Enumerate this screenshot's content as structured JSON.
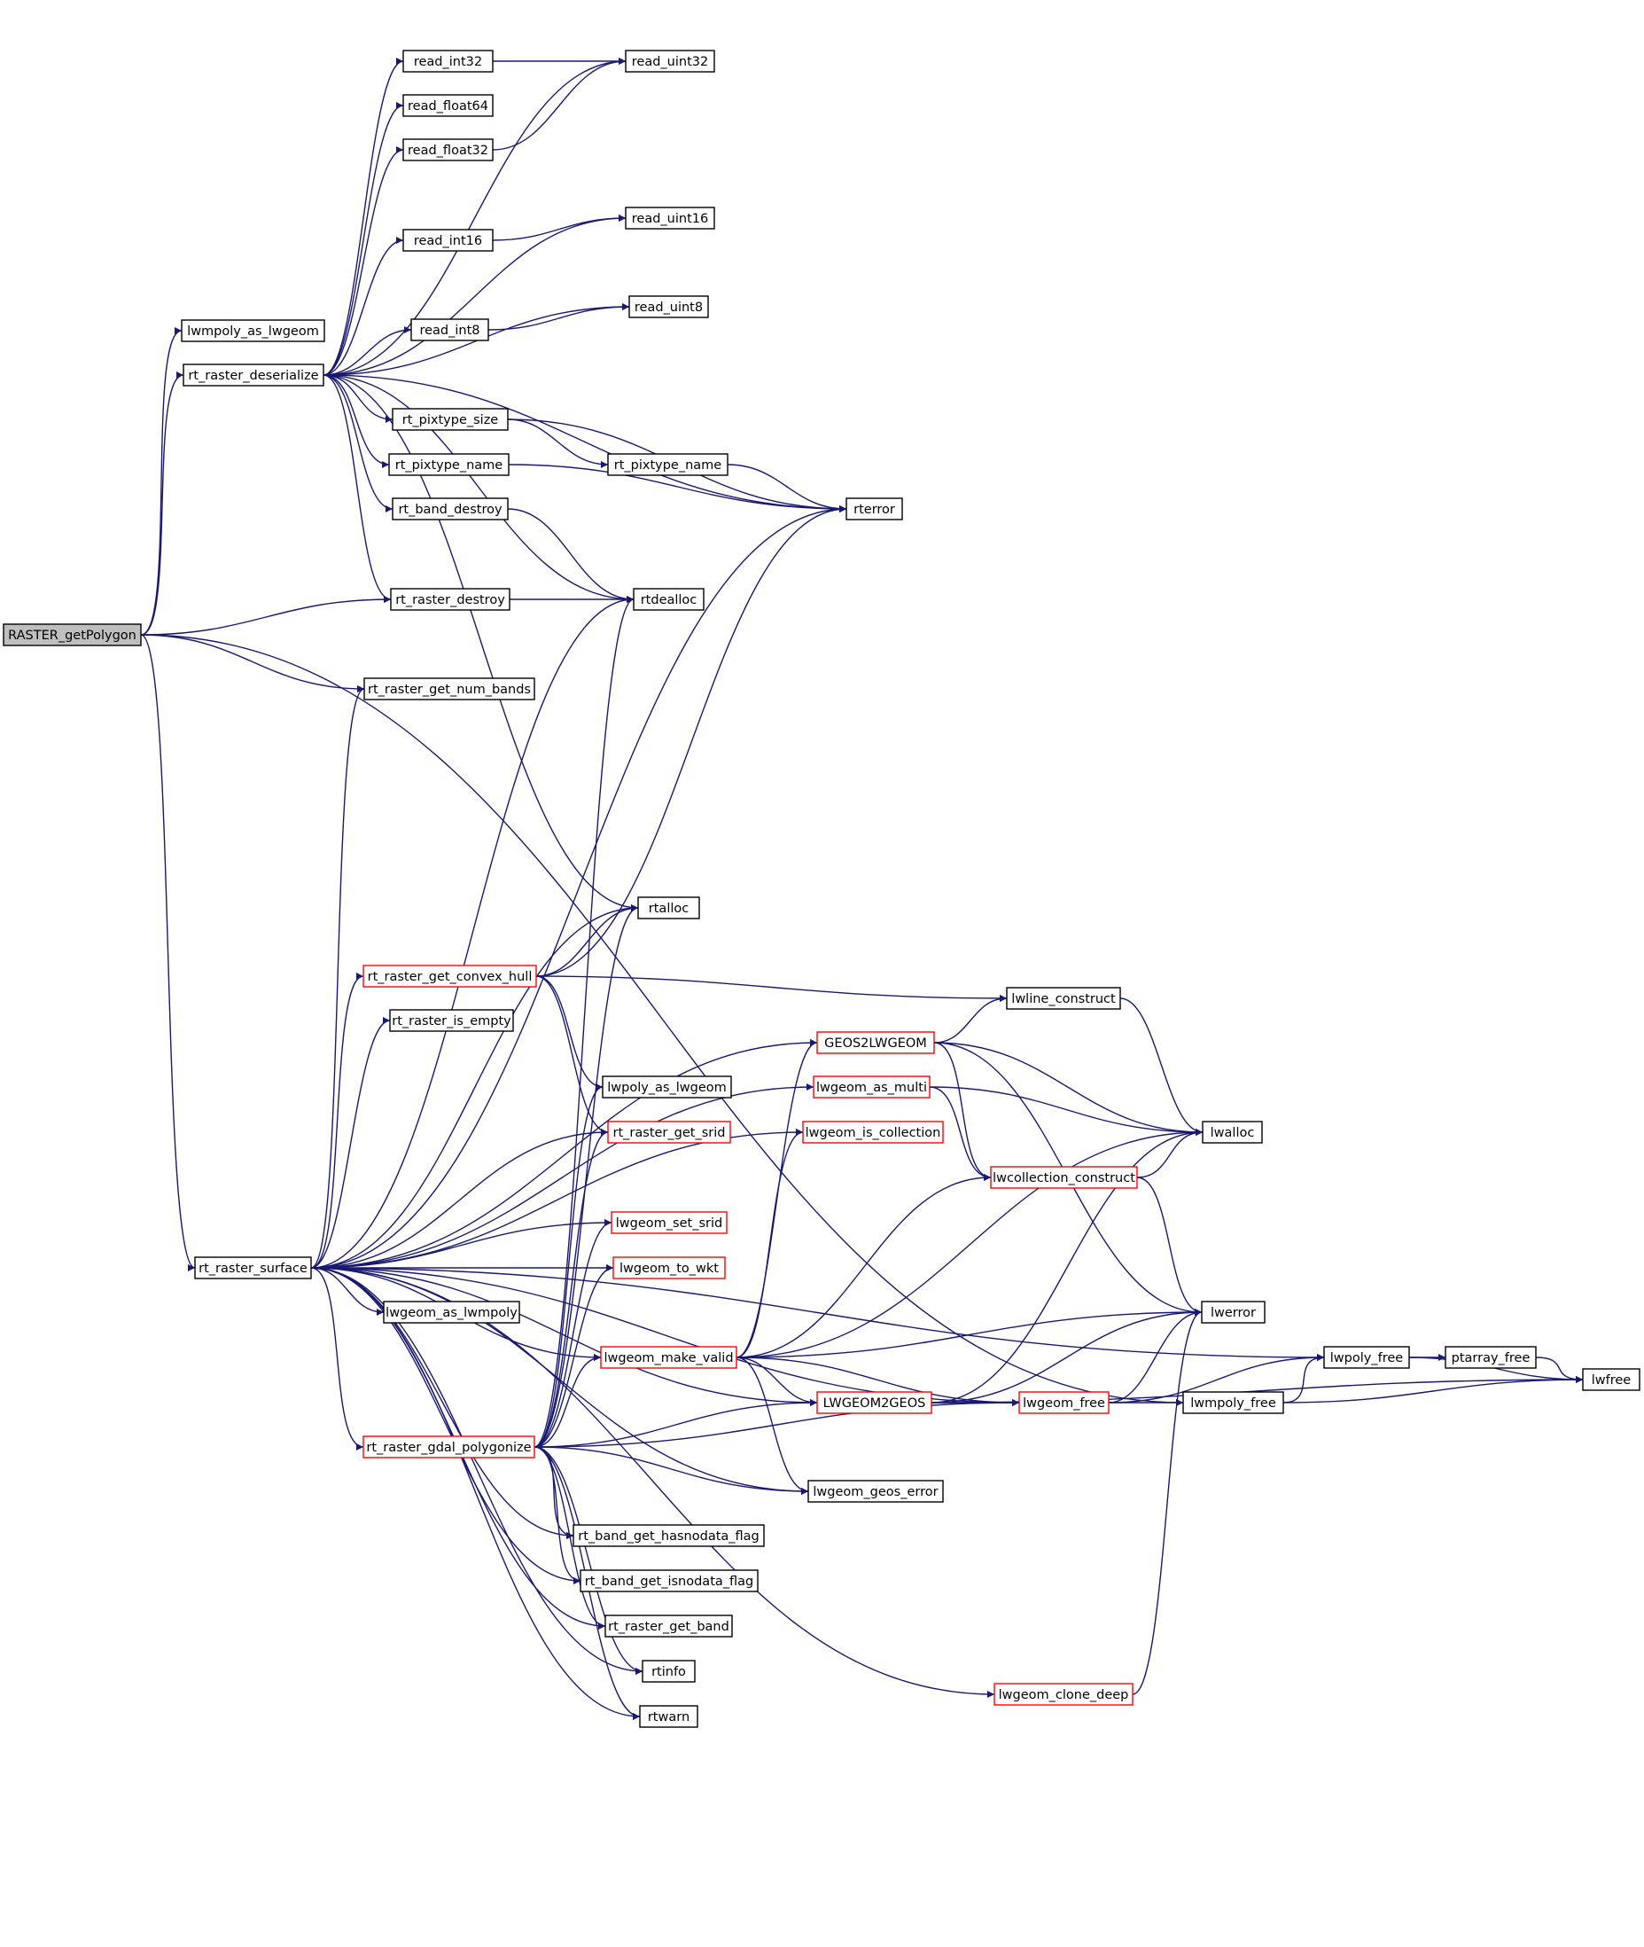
{
  "graph": {
    "root": "RASTER_getPolygon",
    "edge_color": "#191970",
    "root_fill": "#bfbfbf",
    "truncated_border": "#ff0000",
    "nodes": [
      {
        "id": "RASTER_getPolygon",
        "label": "RASTER_getPolygon"
      },
      {
        "id": "lwmpoly_as_lwgeom",
        "label": "lwmpoly_as_lwgeom"
      },
      {
        "id": "rt_raster_deserialize",
        "label": "rt_raster_deserialize"
      },
      {
        "id": "rt_raster_surface",
        "label": "rt_raster_surface"
      },
      {
        "id": "rt_raster_destroy",
        "label": "rt_raster_destroy"
      },
      {
        "id": "rt_raster_get_num_bands",
        "label": "rt_raster_get_num_bands"
      },
      {
        "id": "read_int32",
        "label": "read_int32"
      },
      {
        "id": "read_float64",
        "label": "read_float64"
      },
      {
        "id": "read_float32",
        "label": "read_float32"
      },
      {
        "id": "read_int16",
        "label": "read_int16"
      },
      {
        "id": "read_int8",
        "label": "read_int8"
      },
      {
        "id": "read_uint32",
        "label": "read_uint32"
      },
      {
        "id": "read_uint16",
        "label": "read_uint16"
      },
      {
        "id": "read_uint8",
        "label": "read_uint8"
      },
      {
        "id": "rt_pixtype_size",
        "label": "rt_pixtype_size"
      },
      {
        "id": "rt_pixtype_name_1",
        "label": "rt_pixtype_name"
      },
      {
        "id": "rt_pixtype_name_2",
        "label": "rt_pixtype_name"
      },
      {
        "id": "rt_band_destroy",
        "label": "rt_band_destroy"
      },
      {
        "id": "rterror",
        "label": "rterror"
      },
      {
        "id": "rtdealloc",
        "label": "rtdealloc"
      },
      {
        "id": "rtalloc",
        "label": "rtalloc"
      },
      {
        "id": "rt_raster_get_convex_hull",
        "label": "rt_raster_get_convex_hull",
        "truncated": true
      },
      {
        "id": "rt_raster_is_empty",
        "label": "rt_raster_is_empty"
      },
      {
        "id": "lwpoly_as_lwgeom",
        "label": "lwpoly_as_lwgeom"
      },
      {
        "id": "rt_raster_get_srid",
        "label": "rt_raster_get_srid",
        "truncated": true
      },
      {
        "id": "lwgeom_set_srid",
        "label": "lwgeom_set_srid",
        "truncated": true
      },
      {
        "id": "lwgeom_to_wkt",
        "label": "lwgeom_to_wkt",
        "truncated": true
      },
      {
        "id": "lwgeom_as_lwmpoly",
        "label": "lwgeom_as_lwmpoly"
      },
      {
        "id": "lwgeom_make_valid",
        "label": "lwgeom_make_valid",
        "truncated": true
      },
      {
        "id": "rt_raster_gdal_polygonize",
        "label": "rt_raster_gdal_polygonize",
        "truncated": true
      },
      {
        "id": "rt_band_get_hasnodata_flag",
        "label": "rt_band_get_hasnodata_flag"
      },
      {
        "id": "rt_band_get_isnodata_flag",
        "label": "rt_band_get_isnodata_flag"
      },
      {
        "id": "rt_raster_get_band",
        "label": "rt_raster_get_band"
      },
      {
        "id": "rtinfo",
        "label": "rtinfo"
      },
      {
        "id": "rtwarn",
        "label": "rtwarn"
      },
      {
        "id": "GEOS2LWGEOM",
        "label": "GEOS2LWGEOM",
        "truncated": true
      },
      {
        "id": "lwgeom_as_multi",
        "label": "lwgeom_as_multi",
        "truncated": true
      },
      {
        "id": "lwgeom_is_collection",
        "label": "lwgeom_is_collection",
        "truncated": true
      },
      {
        "id": "LWGEOM2GEOS",
        "label": "LWGEOM2GEOS",
        "truncated": true
      },
      {
        "id": "lwgeom_geos_error",
        "label": "lwgeom_geos_error"
      },
      {
        "id": "lwline_construct",
        "label": "lwline_construct"
      },
      {
        "id": "lwcollection_construct",
        "label": "lwcollection_construct",
        "truncated": true
      },
      {
        "id": "lwgeom_free",
        "label": "lwgeom_free",
        "truncated": true
      },
      {
        "id": "lwgeom_clone_deep",
        "label": "lwgeom_clone_deep",
        "truncated": true
      },
      {
        "id": "lwalloc",
        "label": "lwalloc"
      },
      {
        "id": "lwerror",
        "label": "lwerror"
      },
      {
        "id": "lwmpoly_free",
        "label": "lwmpoly_free"
      },
      {
        "id": "lwpoly_free",
        "label": "lwpoly_free"
      },
      {
        "id": "ptarray_free",
        "label": "ptarray_free"
      },
      {
        "id": "lwfree",
        "label": "lwfree"
      }
    ],
    "edges": [
      [
        "RASTER_getPolygon",
        "lwmpoly_as_lwgeom"
      ],
      [
        "RASTER_getPolygon",
        "rt_raster_deserialize"
      ],
      [
        "RASTER_getPolygon",
        "rt_raster_destroy"
      ],
      [
        "RASTER_getPolygon",
        "rt_raster_get_num_bands"
      ],
      [
        "RASTER_getPolygon",
        "rt_raster_surface"
      ],
      [
        "RASTER_getPolygon",
        "lwmpoly_free"
      ],
      [
        "rt_raster_deserialize",
        "read_int32"
      ],
      [
        "rt_raster_deserialize",
        "read_uint32"
      ],
      [
        "rt_raster_deserialize",
        "read_float64"
      ],
      [
        "rt_raster_deserialize",
        "read_float32"
      ],
      [
        "rt_raster_deserialize",
        "read_uint16"
      ],
      [
        "rt_raster_deserialize",
        "read_int16"
      ],
      [
        "rt_raster_deserialize",
        "read_uint8"
      ],
      [
        "rt_raster_deserialize",
        "read_int8"
      ],
      [
        "rt_raster_deserialize",
        "rterror"
      ],
      [
        "rt_raster_deserialize",
        "rt_pixtype_size"
      ],
      [
        "rt_raster_deserialize",
        "rt_pixtype_name_1"
      ],
      [
        "rt_raster_deserialize",
        "rt_band_destroy"
      ],
      [
        "rt_raster_deserialize",
        "rtdealloc"
      ],
      [
        "rt_raster_deserialize",
        "rt_raster_destroy"
      ],
      [
        "rt_raster_deserialize",
        "rtalloc"
      ],
      [
        "read_int32",
        "read_uint32"
      ],
      [
        "read_float32",
        "read_uint32"
      ],
      [
        "read_int16",
        "read_uint16"
      ],
      [
        "read_int8",
        "read_uint8"
      ],
      [
        "rt_pixtype_size",
        "rt_pixtype_name_2"
      ],
      [
        "rt_pixtype_size",
        "rterror"
      ],
      [
        "rt_pixtype_name_1",
        "rterror"
      ],
      [
        "rt_pixtype_name_2",
        "rterror"
      ],
      [
        "rt_band_destroy",
        "rtdealloc"
      ],
      [
        "rt_raster_destroy",
        "rtdealloc"
      ],
      [
        "rt_raster_surface",
        "rt_raster_get_num_bands"
      ],
      [
        "rt_raster_surface",
        "rtdealloc"
      ],
      [
        "rt_raster_surface",
        "rterror"
      ],
      [
        "rt_raster_surface",
        "lwpoly_free"
      ],
      [
        "rt_raster_surface",
        "GEOS2LWGEOM"
      ],
      [
        "rt_raster_surface",
        "rtalloc"
      ],
      [
        "rt_raster_surface",
        "rt_raster_get_convex_hull"
      ],
      [
        "rt_raster_surface",
        "rt_raster_is_empty"
      ],
      [
        "rt_raster_surface",
        "lwgeom_as_multi"
      ],
      [
        "rt_raster_surface",
        "rt_raster_get_srid"
      ],
      [
        "rt_raster_surface",
        "lwgeom_is_collection"
      ],
      [
        "rt_raster_surface",
        "lwgeom_set_srid"
      ],
      [
        "rt_raster_surface",
        "lwgeom_to_wkt"
      ],
      [
        "rt_raster_surface",
        "lwgeom_as_lwmpoly"
      ],
      [
        "rt_raster_surface",
        "lwgeom_make_valid"
      ],
      [
        "rt_raster_surface",
        "rt_raster_gdal_polygonize"
      ],
      [
        "rt_raster_surface",
        "rt_band_get_hasnodata_flag"
      ],
      [
        "rt_raster_surface",
        "rt_band_get_isnodata_flag"
      ],
      [
        "rt_raster_surface",
        "rt_raster_get_band"
      ],
      [
        "rt_raster_surface",
        "rtinfo"
      ],
      [
        "rt_raster_surface",
        "rtwarn"
      ],
      [
        "rt_raster_surface",
        "LWGEOM2GEOS"
      ],
      [
        "rt_raster_surface",
        "lwgeom_geos_error"
      ],
      [
        "rt_raster_surface",
        "lwgeom_free"
      ],
      [
        "rt_raster_surface",
        "lwgeom_clone_deep"
      ],
      [
        "rt_raster_get_convex_hull",
        "rtalloc"
      ],
      [
        "rt_raster_get_convex_hull",
        "rterror"
      ],
      [
        "rt_raster_get_convex_hull",
        "lwline_construct"
      ],
      [
        "rt_raster_get_convex_hull",
        "lwpoly_as_lwgeom"
      ],
      [
        "rt_raster_get_convex_hull",
        "rt_raster_get_srid"
      ],
      [
        "rt_raster_gdal_polygonize",
        "rtdealloc"
      ],
      [
        "rt_raster_gdal_polygonize",
        "rtalloc"
      ],
      [
        "rt_raster_gdal_polygonize",
        "lwpoly_as_lwgeom"
      ],
      [
        "rt_raster_gdal_polygonize",
        "rt_raster_get_srid"
      ],
      [
        "rt_raster_gdal_polygonize",
        "lwgeom_set_srid"
      ],
      [
        "rt_raster_gdal_polygonize",
        "lwgeom_to_wkt"
      ],
      [
        "rt_raster_gdal_polygonize",
        "lwgeom_make_valid"
      ],
      [
        "rt_raster_gdal_polygonize",
        "LWGEOM2GEOS"
      ],
      [
        "rt_raster_gdal_polygonize",
        "lwgeom_free"
      ],
      [
        "rt_raster_gdal_polygonize",
        "lwgeom_geos_error"
      ],
      [
        "rt_raster_gdal_polygonize",
        "rt_band_get_hasnodata_flag"
      ],
      [
        "rt_raster_gdal_polygonize",
        "rt_band_get_isnodata_flag"
      ],
      [
        "rt_raster_gdal_polygonize",
        "rt_raster_get_band"
      ],
      [
        "rt_raster_gdal_polygonize",
        "rtinfo"
      ],
      [
        "rt_raster_gdal_polygonize",
        "rtwarn"
      ],
      [
        "lwgeom_make_valid",
        "GEOS2LWGEOM"
      ],
      [
        "lwgeom_make_valid",
        "lwgeom_is_collection"
      ],
      [
        "lwgeom_make_valid",
        "lwcollection_construct"
      ],
      [
        "lwgeom_make_valid",
        "lwalloc"
      ],
      [
        "lwgeom_make_valid",
        "lwerror"
      ],
      [
        "lwgeom_make_valid",
        "LWGEOM2GEOS"
      ],
      [
        "lwgeom_make_valid",
        "lwgeom_free"
      ],
      [
        "lwgeom_make_valid",
        "lwgeom_geos_error"
      ],
      [
        "GEOS2LWGEOM",
        "lwline_construct"
      ],
      [
        "GEOS2LWGEOM",
        "lwalloc"
      ],
      [
        "GEOS2LWGEOM",
        "lwcollection_construct"
      ],
      [
        "GEOS2LWGEOM",
        "lwerror"
      ],
      [
        "lwgeom_as_multi",
        "lwalloc"
      ],
      [
        "lwgeom_as_multi",
        "lwcollection_construct"
      ],
      [
        "lwline_construct",
        "lwalloc"
      ],
      [
        "lwcollection_construct",
        "lwalloc"
      ],
      [
        "lwcollection_construct",
        "lwerror"
      ],
      [
        "LWGEOM2GEOS",
        "lwalloc"
      ],
      [
        "LWGEOM2GEOS",
        "lwerror"
      ],
      [
        "LWGEOM2GEOS",
        "lwgeom_free"
      ],
      [
        "LWGEOM2GEOS",
        "lwfree"
      ],
      [
        "lwgeom_free",
        "lwerror"
      ],
      [
        "lwgeom_free",
        "lwmpoly_free"
      ],
      [
        "lwgeom_free",
        "lwpoly_free"
      ],
      [
        "lwgeom_clone_deep",
        "lwerror"
      ],
      [
        "lwmpoly_free",
        "lwpoly_free"
      ],
      [
        "lwmpoly_free",
        "lwfree"
      ],
      [
        "lwpoly_free",
        "ptarray_free"
      ],
      [
        "lwpoly_free",
        "lwfree"
      ],
      [
        "ptarray_free",
        "lwfree"
      ]
    ]
  }
}
